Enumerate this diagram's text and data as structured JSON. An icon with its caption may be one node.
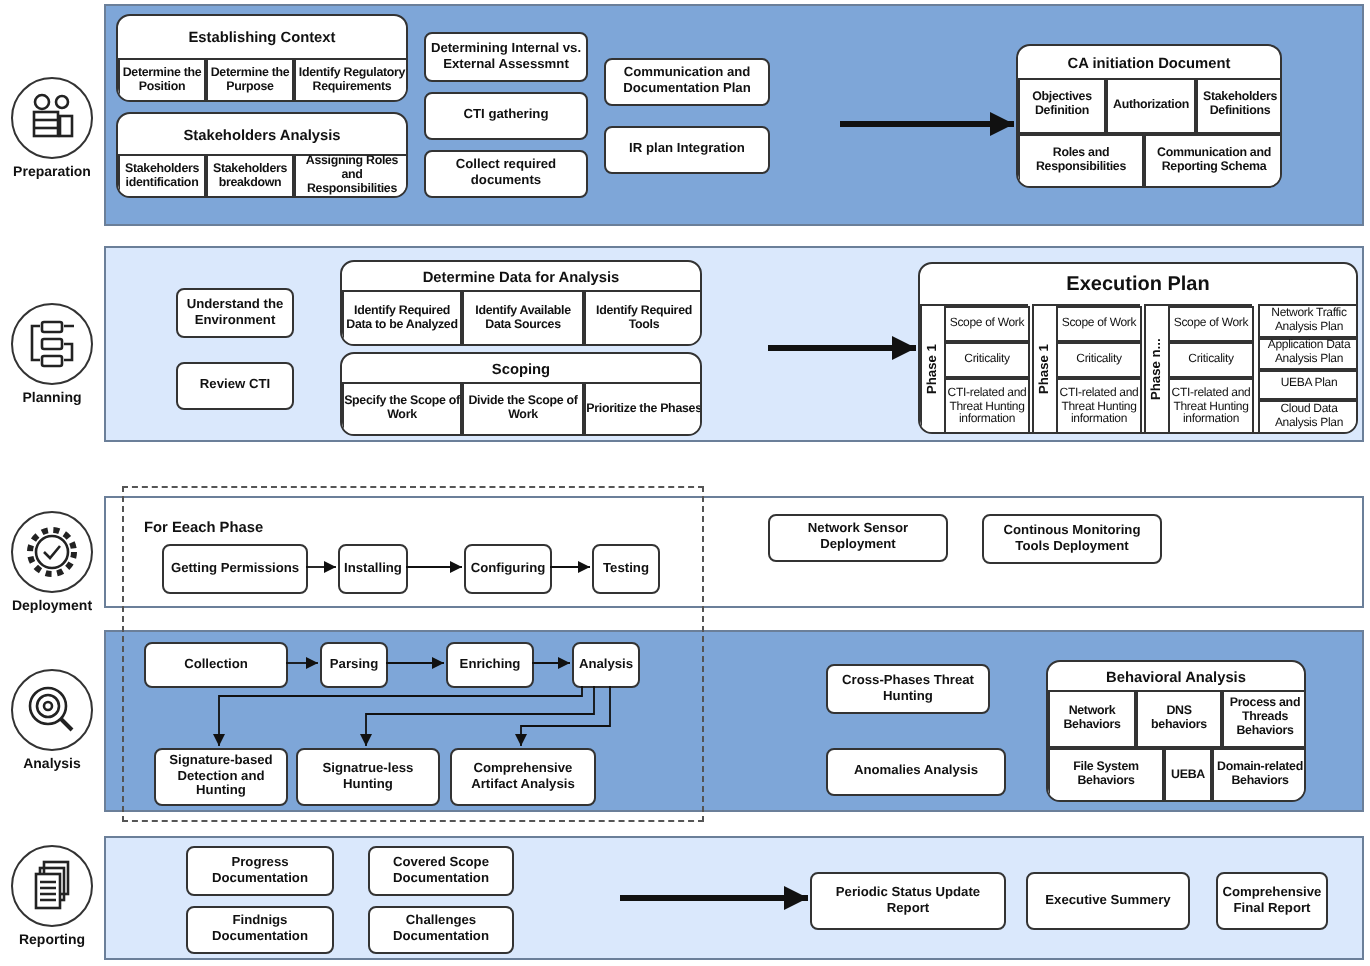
{
  "diagram": {
    "nodes": [
      {
        "text": [
          "Preparation"
        ]
      },
      {
        "text": [],
        "shape": "band"
      },
      {
        "text": [
          "Establishing Context"
        ],
        "in": 1
      },
      {
        "text": [
          "Determine the Position"
        ],
        "in": 2
      },
      {
        "text": [
          "Determine the Purpose"
        ],
        "in": 2
      },
      {
        "text": [
          "Identify Regulatory Requirements"
        ],
        "in": 2
      },
      {
        "text": [
          "Stakeholders Analysis"
        ],
        "in": 1
      },
      {
        "text": [
          "Stakeholders identification"
        ],
        "in": 6
      },
      {
        "text": [
          "Stakeholders breakdown"
        ],
        "in": 6
      },
      {
        "text": [
          "Assigning Roles and Responsibilities"
        ],
        "in": 6
      },
      {
        "text": [
          "Determining  Internal vs. External Assessmnt"
        ],
        "in": 1
      },
      {
        "text": [
          "CTI gathering"
        ],
        "in": 1
      },
      {
        "text": [
          "Collect required documents"
        ],
        "in": 1
      },
      {
        "text": [
          "Communication and Documentation Plan"
        ],
        "in": 1
      },
      {
        "text": [
          "IR plan Integration"
        ],
        "in": 1
      },
      {
        "text": [
          "CA initiation Document"
        ],
        "in": 1
      },
      {
        "text": [
          "Objectives Definition"
        ],
        "in": 15
      },
      {
        "text": [
          "Authorization"
        ],
        "in": 15
      },
      {
        "text": [
          "Stakeholders Definitions"
        ],
        "in": 15
      },
      {
        "text": [
          "Roles and Responsibilities"
        ],
        "in": 15
      },
      {
        "text": [
          "Communication and Reporting Schema"
        ],
        "in": 15
      },
      {
        "text": [
          "Planning"
        ]
      },
      {
        "text": [],
        "shape": "band"
      },
      {
        "text": [
          "Understand the Environment"
        ],
        "in": 22
      },
      {
        "text": [
          "Review CTI"
        ],
        "in": 22
      },
      {
        "text": [
          "Determine Data for Analysis"
        ],
        "in": 22
      },
      {
        "text": [
          "Identify Required Data to be Analyzed"
        ],
        "in": 25
      },
      {
        "text": [
          "Identify Available Data Sources"
        ],
        "in": 25
      },
      {
        "text": [
          "Identify Required Tools"
        ],
        "in": 25
      },
      {
        "text": [
          "Scoping"
        ],
        "in": 22
      },
      {
        "text": [
          "Specify the Scope of Work"
        ],
        "in": 29
      },
      {
        "text": [
          "Divide the Scope of Work"
        ],
        "in": 29
      },
      {
        "text": [
          "Prioritize the Phases"
        ],
        "in": 29
      },
      {
        "text": [
          "Execution Plan"
        ],
        "in": 22
      },
      {
        "text": [
          "Phase 1"
        ],
        "in": 33
      },
      {
        "text": [
          "Scope of Work"
        ],
        "in": 34
      },
      {
        "text": [
          "Criticality"
        ],
        "in": 34
      },
      {
        "text": [
          "CTI-related and Threat Hunting information"
        ],
        "in": 34
      },
      {
        "text": [
          "Phase 1"
        ],
        "in": 33
      },
      {
        "text": [
          "Scope of Work"
        ],
        "in": 38
      },
      {
        "text": [
          "Criticality"
        ],
        "in": 38
      },
      {
        "text": [
          "CTI-related and Threat Hunting information"
        ],
        "in": 38
      },
      {
        "text": [
          "Phase n..."
        ],
        "in": 33
      },
      {
        "text": [
          "Scope of Work"
        ],
        "in": 42
      },
      {
        "text": [
          "Criticality"
        ],
        "in": 42
      },
      {
        "text": [
          "CTI-related and Threat Hunting information"
        ],
        "in": 42
      },
      {
        "text": [
          "Network Traffic Analysis Plan"
        ],
        "in": 33
      },
      {
        "text": [
          "Application Data Analysis Plan"
        ],
        "in": 33
      },
      {
        "text": [
          "UEBA Plan"
        ],
        "in": 33
      },
      {
        "text": [
          "Cloud Data Analysis Plan"
        ],
        "in": 33
      },
      {
        "text": [
          "Deployment"
        ]
      },
      {
        "text": [],
        "shape": "band"
      },
      {
        "text": [
          "Getting Permissions"
        ],
        "in": 51
      },
      {
        "text": [
          "Installing"
        ],
        "in": 51
      },
      {
        "text": [
          "Configuring"
        ],
        "in": 51
      },
      {
        "text": [
          "Testing"
        ],
        "in": 51
      },
      {
        "text": [
          "Network Sensor Deployment"
        ],
        "in": 51
      },
      {
        "text": [
          "Continous Monitoring Tools Deployment"
        ],
        "in": 51
      },
      {
        "text": [
          "Analysis"
        ]
      },
      {
        "text": [],
        "shape": "band"
      },
      {
        "text": [
          "Collection"
        ],
        "in": 59
      },
      {
        "text": [
          "Parsing"
        ],
        "in": 59
      },
      {
        "text": [
          "Enriching"
        ],
        "in": 59
      },
      {
        "text": [
          "Analysis"
        ],
        "in": 59
      },
      {
        "text": [
          "Signature-based Detection and Hunting"
        ],
        "in": 59
      },
      {
        "text": [
          "Signatrue-less Hunting"
        ],
        "in": 59
      },
      {
        "text": [
          "Comprehensive Artifact Analysis"
        ],
        "in": 59
      },
      {
        "text": [
          "Cross-Phases Threat Hunting"
        ],
        "in": 59
      },
      {
        "text": [
          "Anomalies Analysis"
        ],
        "in": 59
      },
      {
        "text": [
          "Behavioral Analysis"
        ],
        "in": 59
      },
      {
        "text": [
          "Network Behaviors"
        ],
        "in": 69
      },
      {
        "text": [
          "DNS behaviors"
        ],
        "in": 69
      },
      {
        "text": [
          "Process and Threads Behaviors"
        ],
        "in": 69
      },
      {
        "text": [
          "File System Behaviors"
        ],
        "in": 69
      },
      {
        "text": [
          "UEBA"
        ],
        "in": 69
      },
      {
        "text": [
          "Domain-related Behaviors"
        ],
        "in": 69
      },
      {
        "text": [
          "Reporting"
        ]
      },
      {
        "text": [],
        "shape": "band"
      },
      {
        "text": [
          "Progress Documentation"
        ],
        "in": 77
      },
      {
        "text": [
          "Covered Scope Documentation"
        ],
        "in": 77
      },
      {
        "text": [
          "Findnigs Documentation"
        ],
        "in": 77
      },
      {
        "text": [
          "Challenges Documentation"
        ],
        "in": 77
      },
      {
        "text": [
          "Periodic Status Update Report"
        ],
        "in": 77
      },
      {
        "text": [
          "Executive Summery"
        ],
        "in": 77
      },
      {
        "text": [
          "Comprehensive Final Report"
        ],
        "in": 77
      }
    ],
    "edges": [
      {
        "from": null,
        "to": 15,
        "arrow": "to",
        "style": "thick"
      },
      {
        "from": null,
        "to": 33,
        "arrow": "to",
        "style": "thick"
      },
      {
        "from": 52,
        "to": 53,
        "arrow": "to"
      },
      {
        "from": 53,
        "to": 54,
        "arrow": "to"
      },
      {
        "from": 54,
        "to": 55,
        "arrow": "to"
      },
      {
        "from": 60,
        "to": 61,
        "arrow": "to"
      },
      {
        "from": 61,
        "to": 62,
        "arrow": "to"
      },
      {
        "from": 62,
        "to": 63,
        "arrow": "to"
      },
      {
        "from": 63,
        "to": 64,
        "arrow": "to"
      },
      {
        "from": 63,
        "to": 65,
        "arrow": "to"
      },
      {
        "from": 63,
        "to": 66,
        "arrow": "to"
      },
      {
        "from": null,
        "to": 82,
        "arrow": "to",
        "style": "thick"
      }
    ],
    "labels": [
      "For Eeach Phase"
    ]
  }
}
